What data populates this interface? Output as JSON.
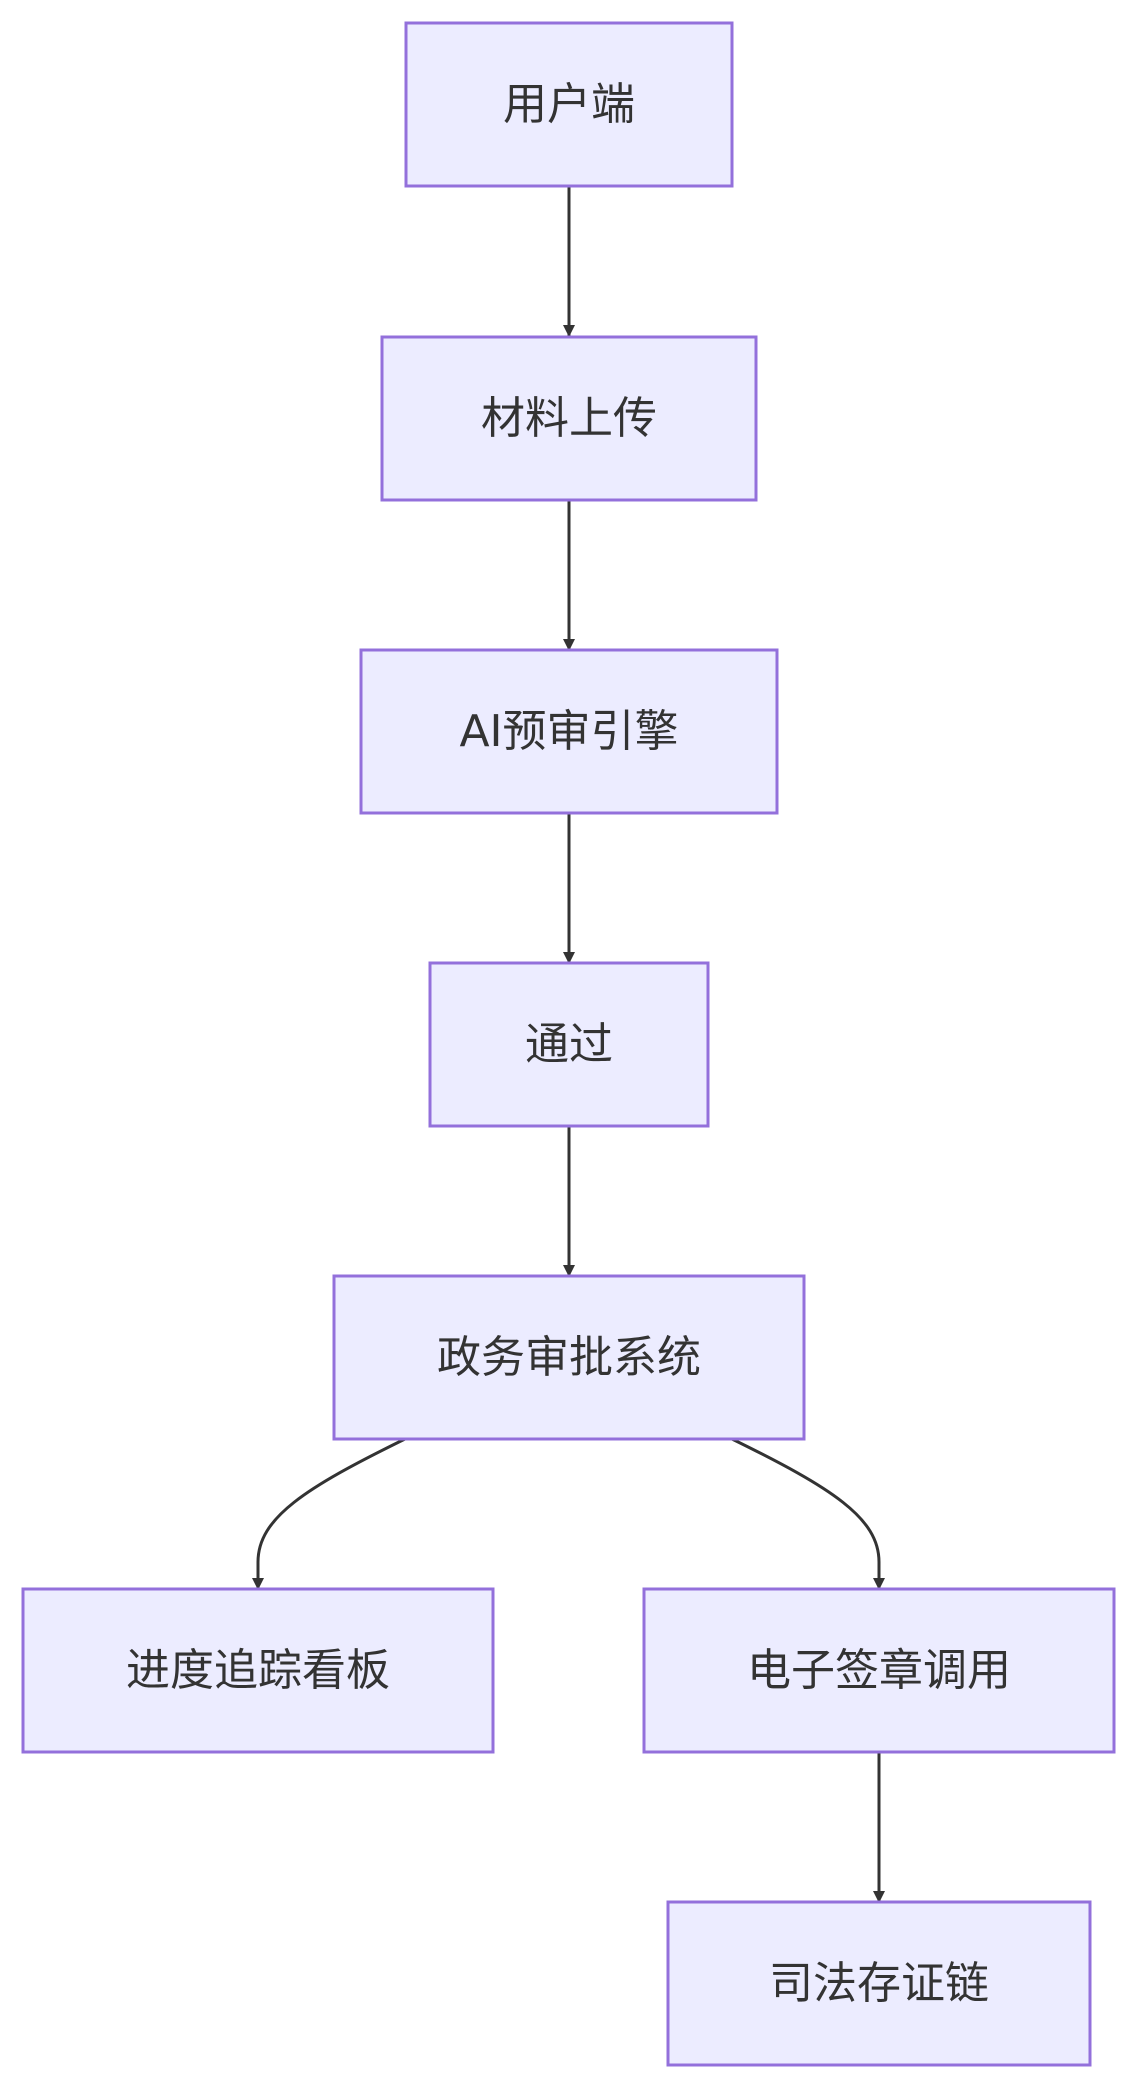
{
  "diagram": {
    "nodes": {
      "user_client": "用户端",
      "material_upload": "材料上传",
      "ai_precheck": "AI预审引擎",
      "passed": "通过",
      "gov_approval": "政务审批系统",
      "progress_board": "进度追踪看板",
      "e_signature": "电子签章调用",
      "judicial_chain": "司法存证链"
    },
    "edges": [
      {
        "from": "user_client",
        "to": "material_upload"
      },
      {
        "from": "material_upload",
        "to": "ai_precheck"
      },
      {
        "from": "ai_precheck",
        "to": "passed"
      },
      {
        "from": "passed",
        "to": "gov_approval"
      },
      {
        "from": "gov_approval",
        "to": "progress_board"
      },
      {
        "from": "gov_approval",
        "to": "e_signature"
      },
      {
        "from": "e_signature",
        "to": "judicial_chain"
      }
    ],
    "colors": {
      "node_fill": "#ECECFF",
      "node_border": "#9370DB",
      "edge": "#333333",
      "text": "#333333"
    }
  }
}
